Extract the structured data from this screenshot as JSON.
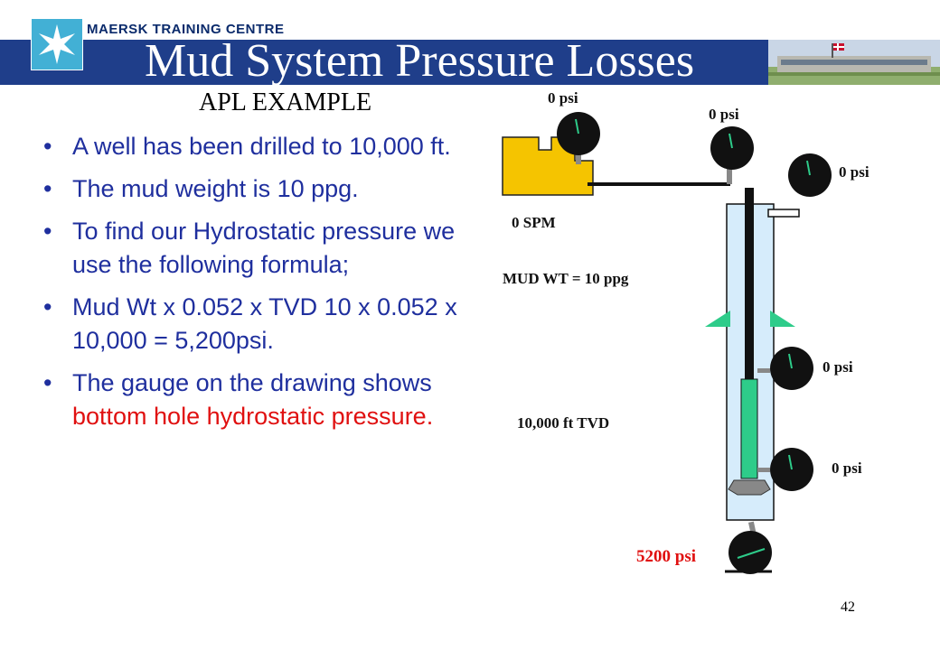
{
  "header": {
    "brand": "MAERSK TRAINING CENTRE",
    "title": "Mud System Pressure Losses",
    "subtitle": "APL EXAMPLE"
  },
  "bullets": [
    {
      "text": "A well has been drilled to 10,000 ft."
    },
    {
      "text": "The mud weight is 10 ppg."
    },
    {
      "text": "To find our Hydrostatic pressure we use the following formula;"
    },
    {
      "text": "Mud Wt x 0.052 x TVD   10 x 0.052 x 10,000 = 5,200psi."
    },
    {
      "pre": "The gauge on the drawing shows ",
      "highlight": "bottom hole hydrostatic pressure",
      "post": "."
    }
  ],
  "diagram": {
    "gauges": [
      {
        "label": "0 psi"
      },
      {
        "label": "0 psi"
      },
      {
        "label": "0 psi"
      },
      {
        "label": "0 psi"
      },
      {
        "label": "0 psi"
      },
      {
        "label": "5200 psi"
      }
    ],
    "pump_label": "0 SPM",
    "mud_weight": "MUD WT = 10 ppg",
    "tvd": "10,000 ft TVD"
  },
  "colors": {
    "banner": "#1f3e8a",
    "logo": "#42b0d5",
    "bullet_text": "#1f2f9e",
    "highlight": "#e01010",
    "pump": "#f5c400",
    "wellbore": "#d6ecfb",
    "drill_collar": "#2ecc8a",
    "arrow": "#2ecc8a"
  },
  "footer": {
    "page": "42"
  }
}
